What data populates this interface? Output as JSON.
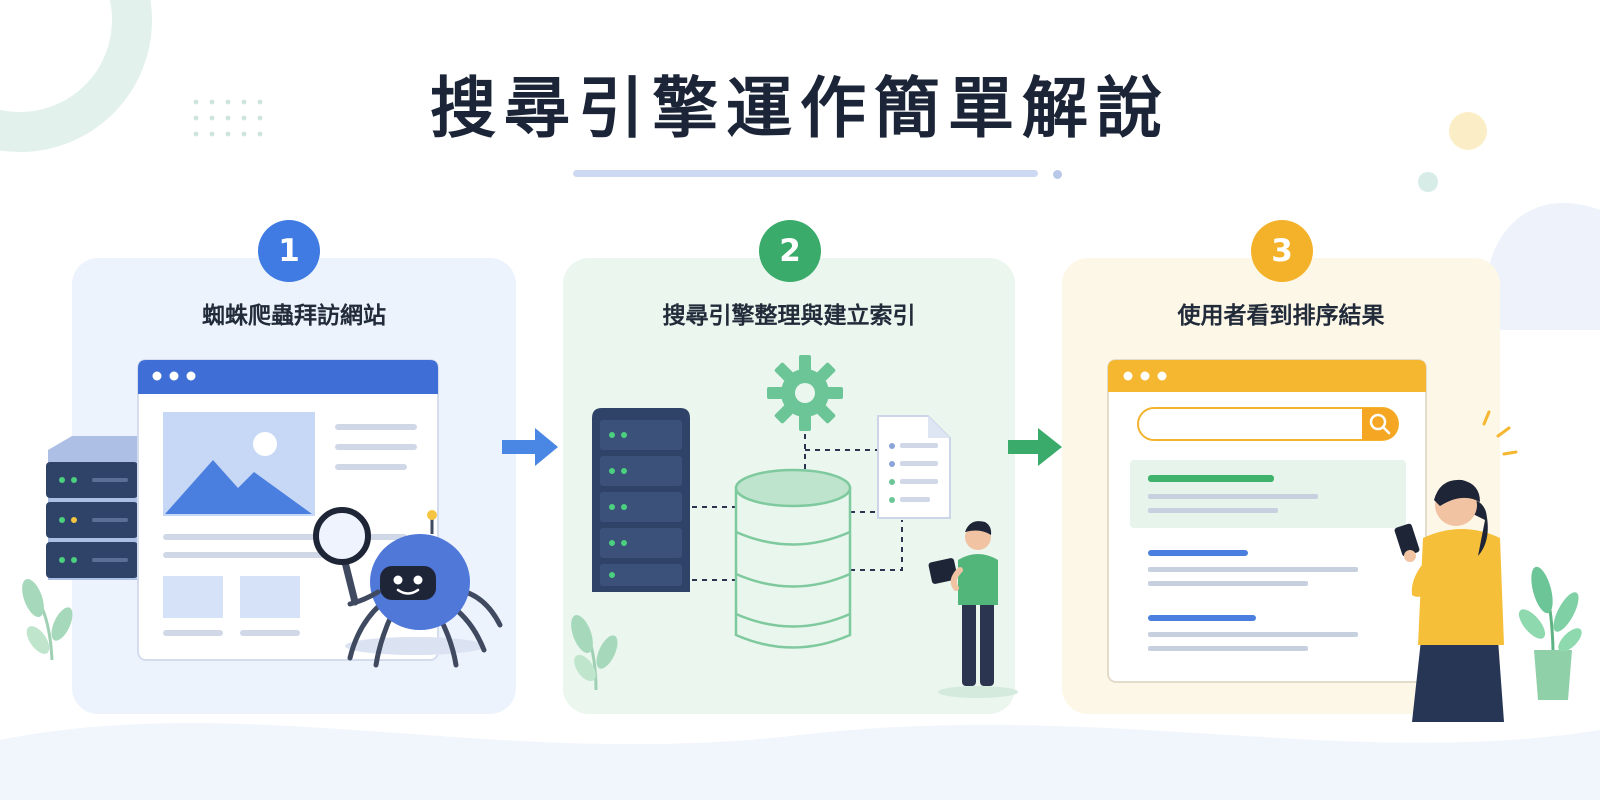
{
  "title": "搜尋引擎運作簡單解說",
  "steps": [
    {
      "number": "1",
      "label": "蜘蛛爬蟲拜訪網站",
      "color": "#3f7be3"
    },
    {
      "number": "2",
      "label": "搜尋引擎整理與建立索引",
      "color": "#3aab6a"
    },
    {
      "number": "3",
      "label": "使用者看到排序結果",
      "color": "#f4b22a"
    }
  ],
  "colors": {
    "blue": "#3f7be3",
    "green": "#3aab6a",
    "yellow": "#f4b22a",
    "navy": "#2c3d5e"
  }
}
